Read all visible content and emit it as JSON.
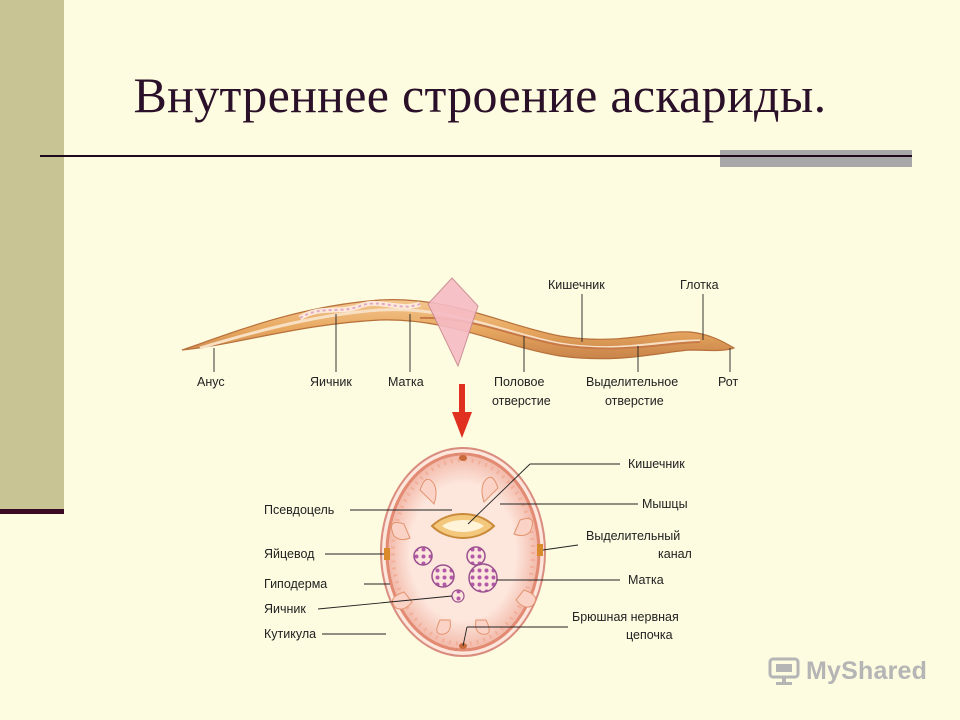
{
  "slide": {
    "title": "Внутреннее строение аскариды."
  },
  "worm": {
    "labels": {
      "intestine": "Кишечник",
      "pharynx": "Глотка",
      "anus": "Анус",
      "ovary": "Яичник",
      "uterus": "Матка",
      "genital_1": "Половое",
      "genital_2": "отверстие",
      "excretory_1": "Выделительное",
      "excretory_2": "отверстие",
      "mouth": "Рот"
    }
  },
  "cross_section": {
    "labels": {
      "intestine": "Кишечник",
      "pseudocoel": "Псевдоцель",
      "muscles": "Мышцы",
      "excretory_1": "Выделительный",
      "excretory_2": "канал",
      "oviduct": "Яйцевод",
      "hypodermis": "Гиподерма",
      "uterus": "Матка",
      "ovary": "Яичник",
      "nerve_1": "Брюшная нервная",
      "nerve_2": "цепочка",
      "cuticle": "Кутикула"
    }
  },
  "watermark": {
    "text": "MyShared"
  },
  "colors": {
    "background": "#fdfbe0",
    "sidebar": "#c8c493",
    "title": "#2a1028",
    "arrow": "#e03020"
  }
}
